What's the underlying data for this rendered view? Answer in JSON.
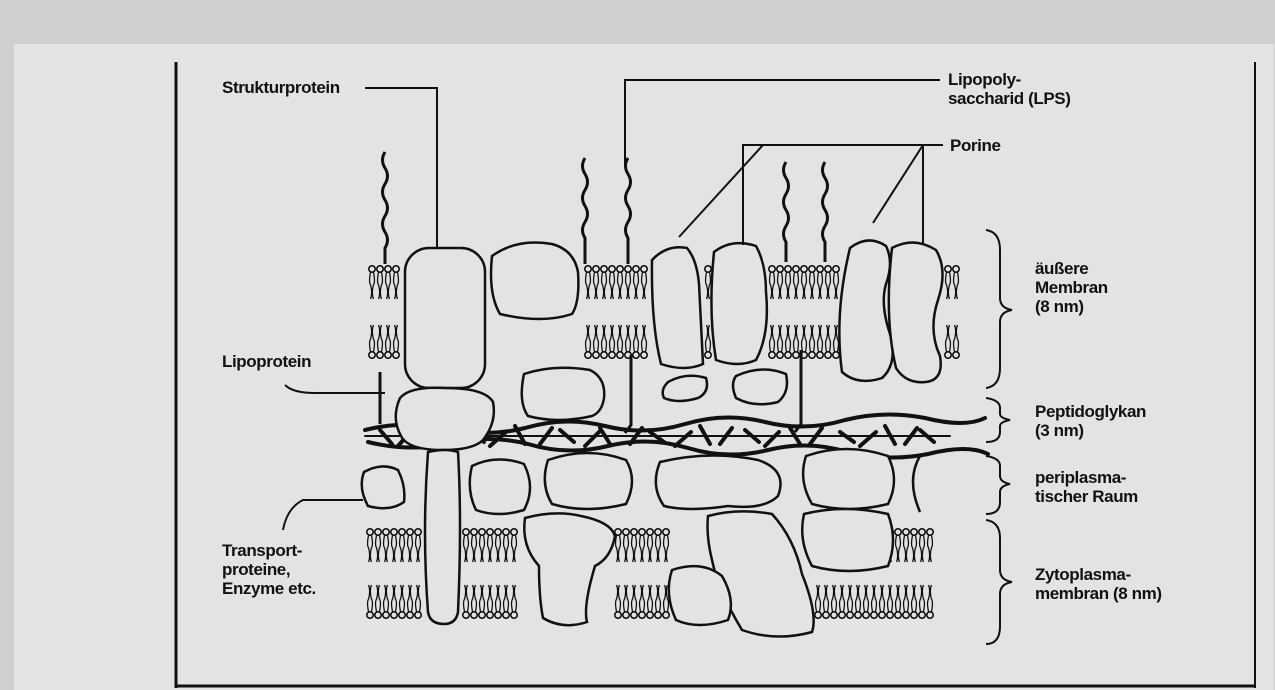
{
  "labels": {
    "strukturprotein": "Strukturprotein",
    "lps": "Lipopoly-\nsaccharid (LPS)",
    "porine": "Porine",
    "lipoprotein": "Lipoprotein",
    "transport": "Transport-\nproteine,\nEnzyme etc.",
    "outer_membrane": "äußere\nMembran\n(8 nm)",
    "peptidoglycan": "Peptidoglykan\n(3 nm)",
    "periplasm": "periplasma-\ntischer Raum",
    "cytoplasm_membrane": "Zytoplasma-\nmembran (8 nm)"
  }
}
